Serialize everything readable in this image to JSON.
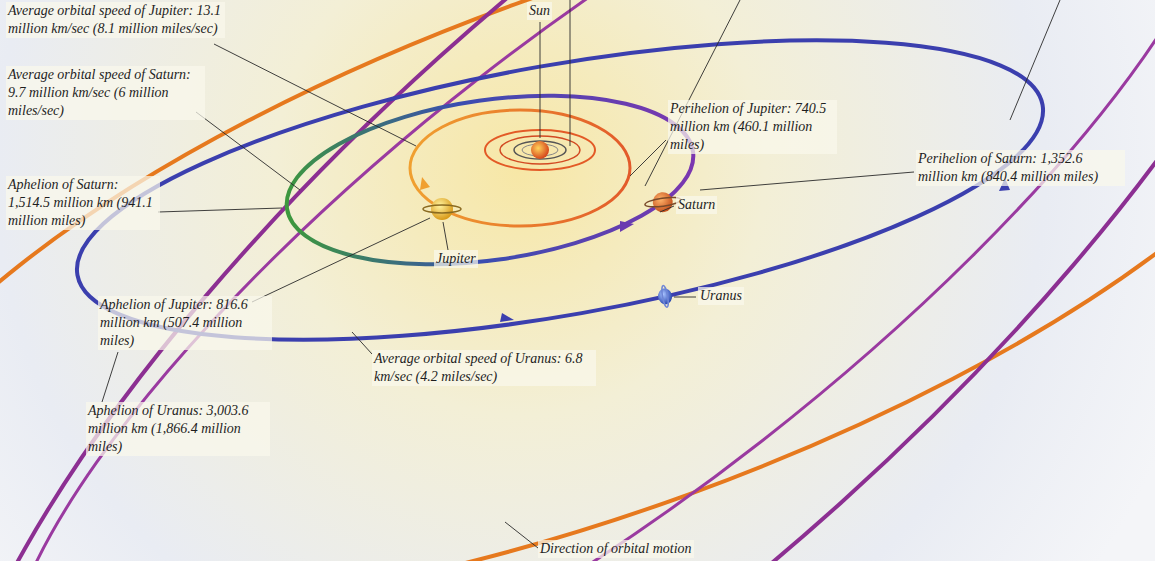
{
  "diagram": {
    "labels": [
      "Average orbital speed of Jupiter: 13.1 million km/sec (8.1 million miles/sec)",
      "Sun",
      "Average orbital speed of Saturn: 9.7 million km/sec (6 million miles/sec)",
      "Perihelion of Jupiter: 740.5 million km (460.1 million miles)",
      "Perihelion of Saturn: 1,352.6 million km (840.4 million miles)",
      "Saturn",
      "Aphelion of Saturn: 1,514.5 million km (941.1 million miles)",
      "Jupiter",
      "Uranus",
      "Aphelion of Jupiter: 816.6 million km (507.4 million miles)",
      "Average orbital speed of Uranus: 6.8 km/sec (4.2 miles/sec)",
      "Aphelion of Uranus: 3,003.6 million km (1,866.4 million miles)",
      "Direction of orbital motion"
    ]
  }
}
